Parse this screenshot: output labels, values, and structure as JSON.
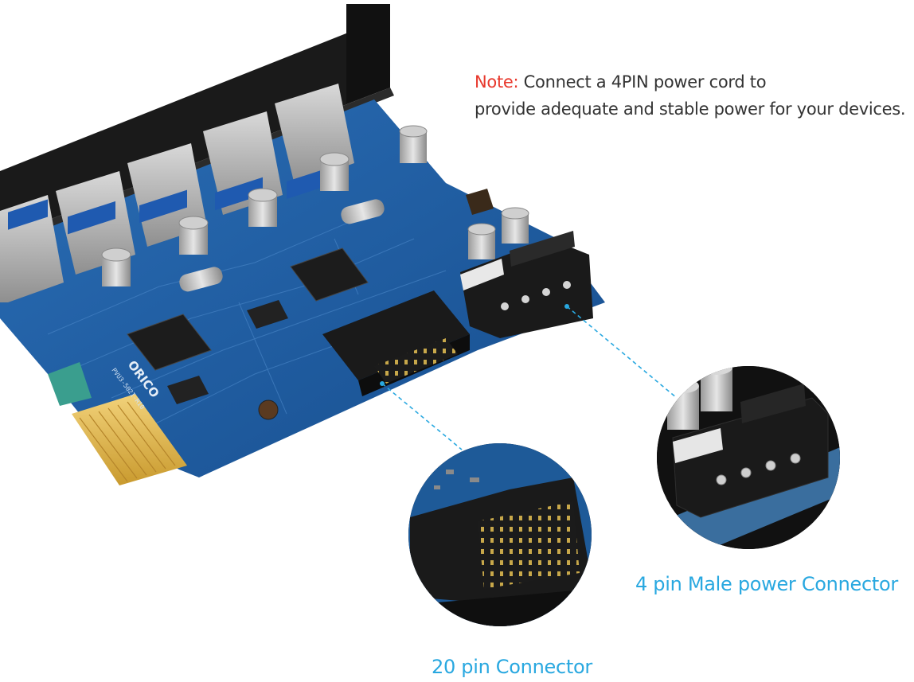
{
  "note": {
    "label": "Note:",
    "line1_rest": " Connect a 4PIN power cord  to",
    "line2": "provide adequate and stable power for your devices."
  },
  "callouts": {
    "power_connector": "4 pin Male power Connector",
    "twenty_pin_connector": "20 pin Connector"
  },
  "board": {
    "brand_text": "ORICO",
    "model_text": "PVU3-502I-R10",
    "port_count": 5
  },
  "colors": {
    "note_label": "#e8392d",
    "callout": "#29a8e0",
    "pcb": "#1f5fa3",
    "bracket": "#1a1a1a"
  }
}
